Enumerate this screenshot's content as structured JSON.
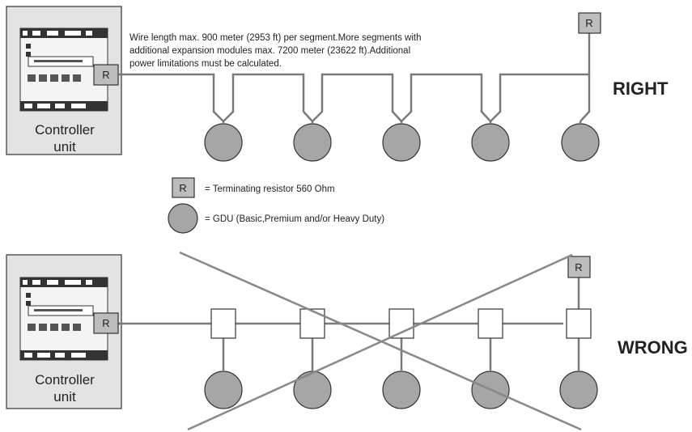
{
  "notes": {
    "wire_line1": "Wire length max. 900 meter (2953 ft) per segment.More segments with",
    "wire_line2": "additional expansion modules max. 7200 meter (23622 ft).Additional",
    "wire_line3": "power limitations must be calculated."
  },
  "controller": {
    "line1": "Controller",
    "line2": "unit"
  },
  "resistor_letter": "R",
  "legend": {
    "resistor": "= Terminating resistor 560 Ohm",
    "gdu": "= GDU (Basic,Premium and/or Heavy Duty)"
  },
  "verdicts": {
    "right": "RIGHT",
    "wrong": "WRONG"
  },
  "colors": {
    "panel_fill": "#e3e3e3",
    "gdu_fill": "#a6a6a6",
    "resistor_fill": "#bdbdbd",
    "line": "#7a7a7a",
    "outline": "#333333"
  }
}
